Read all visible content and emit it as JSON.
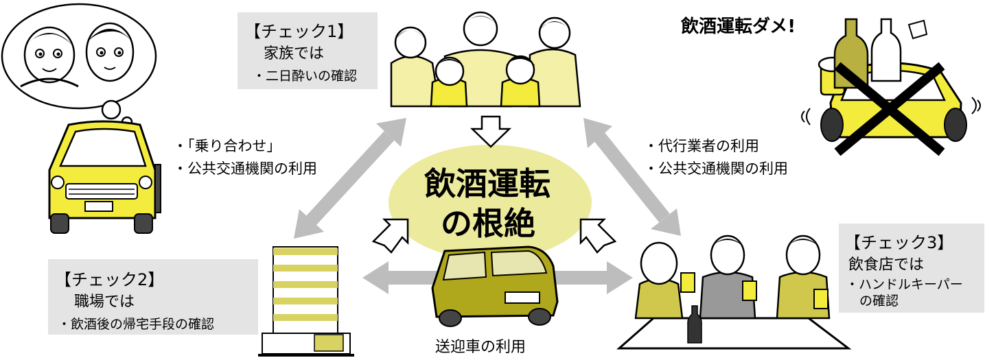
{
  "center": {
    "line1": "飲酒運転",
    "line2": "の根絶"
  },
  "check1": {
    "title": "【チェック1】",
    "subtitle": "家族では",
    "item": "・二日酔いの確認"
  },
  "check2": {
    "title": "【チェック2】",
    "subtitle": "職場では",
    "item": "・飲酒後の帰宅手段の確認"
  },
  "check3": {
    "title": "【チェック3】",
    "subtitle": "飲食店では",
    "item_line1": "・ハンドルキーパー",
    "item_line2": "の確認"
  },
  "left_measures": {
    "line1": "・「乗り合わせ」",
    "line2": "・公共交通機関の利用"
  },
  "right_measures": {
    "line1": "・代行業者の利用",
    "line2": "・公共交通機関の利用"
  },
  "bottom_label": "送迎車の利用",
  "warning": "飲酒運転ダメ!",
  "colors": {
    "accent_yellow": "#f4ec3c",
    "center_fill": "#ecea9c",
    "arrow_gray": "#bdbdbd",
    "box_gray": "#e4e4e4",
    "olive": "#b0a81c"
  }
}
